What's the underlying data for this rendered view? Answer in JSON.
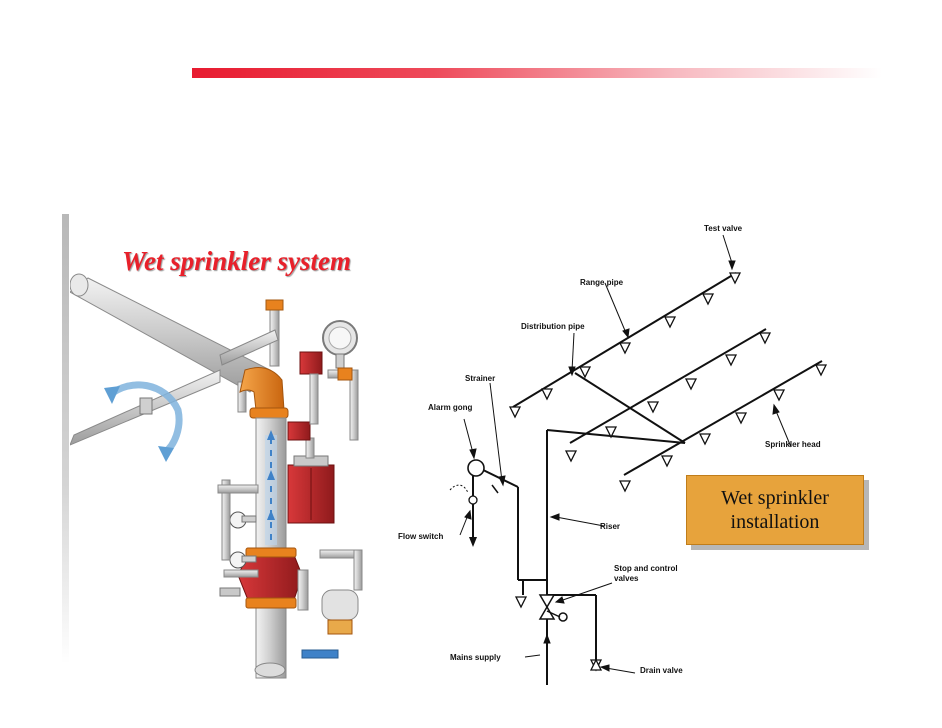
{
  "slide": {
    "title": "Wet sprinkler system",
    "callout": "Wet sprinkler installation"
  },
  "schematic_labels": {
    "test_valve": "Test valve",
    "range_pipe": "Range pipe",
    "distribution_pipe": "Distribution pipe",
    "strainer": "Strainer",
    "alarm_gong": "Alarm gong",
    "sprinkler_head": "Sprinkler head",
    "flow_switch": "Flow switch",
    "riser": "Riser",
    "stop_control_1": "Stop and control",
    "stop_control_2": "valves",
    "mains_supply": "Mains supply",
    "drain_valve": "Drain valve"
  },
  "colors": {
    "title": "#e8202a",
    "accent_bar": "#e81b30",
    "callout_bg": "#e7a33c",
    "valve_red": "#c0282a",
    "fitting_orange": "#e8821e",
    "flow_arrow_blue": "#3f82c8"
  }
}
